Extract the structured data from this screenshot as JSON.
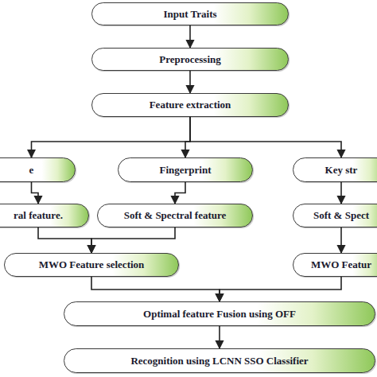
{
  "diagram": {
    "nodes": [
      {
        "text": [
          "Input Traits"
        ]
      },
      {
        "text": [
          "Preprocessing"
        ]
      },
      {
        "text": [
          "Feature extraction"
        ]
      },
      {
        "text": [
          "e"
        ]
      },
      {
        "text": [
          "Fingerprint"
        ]
      },
      {
        "text": [
          "Key str"
        ]
      },
      {
        "text": [
          "ral feature."
        ]
      },
      {
        "text": [
          "Soft & Spectral feature"
        ]
      },
      {
        "text": [
          "Soft & Spect"
        ]
      },
      {
        "text": [
          "MWO Feature selection"
        ]
      },
      {
        "text": [
          "MWO Featur"
        ]
      },
      {
        "text": [
          "Optimal feature Fusion using OFF"
        ]
      },
      {
        "text": [
          "Recognition using LCNN SSO Classifier"
        ]
      }
    ],
    "edges": [
      {
        "from": 0,
        "to": 1,
        "arrow": "to"
      },
      {
        "from": 1,
        "to": 2,
        "arrow": "to"
      },
      {
        "from": 2,
        "to": 3,
        "arrow": "to"
      },
      {
        "from": 2,
        "to": 4,
        "arrow": "to"
      },
      {
        "from": 2,
        "to": 5,
        "arrow": "to"
      },
      {
        "from": 3,
        "to": 6,
        "arrow": "to"
      },
      {
        "from": 4,
        "to": 7,
        "arrow": "to"
      },
      {
        "from": 5,
        "to": 8,
        "arrow": "to"
      },
      {
        "from": 6,
        "to": 9,
        "arrow": "to"
      },
      {
        "from": 7,
        "to": 9,
        "arrow": "to"
      },
      {
        "from": 8,
        "to": 10,
        "arrow": "to"
      },
      {
        "from": 9,
        "to": 11,
        "arrow": "to"
      },
      {
        "from": 10,
        "to": 11,
        "arrow": "to"
      },
      {
        "from": 11,
        "to": 12,
        "arrow": "to"
      }
    ]
  }
}
